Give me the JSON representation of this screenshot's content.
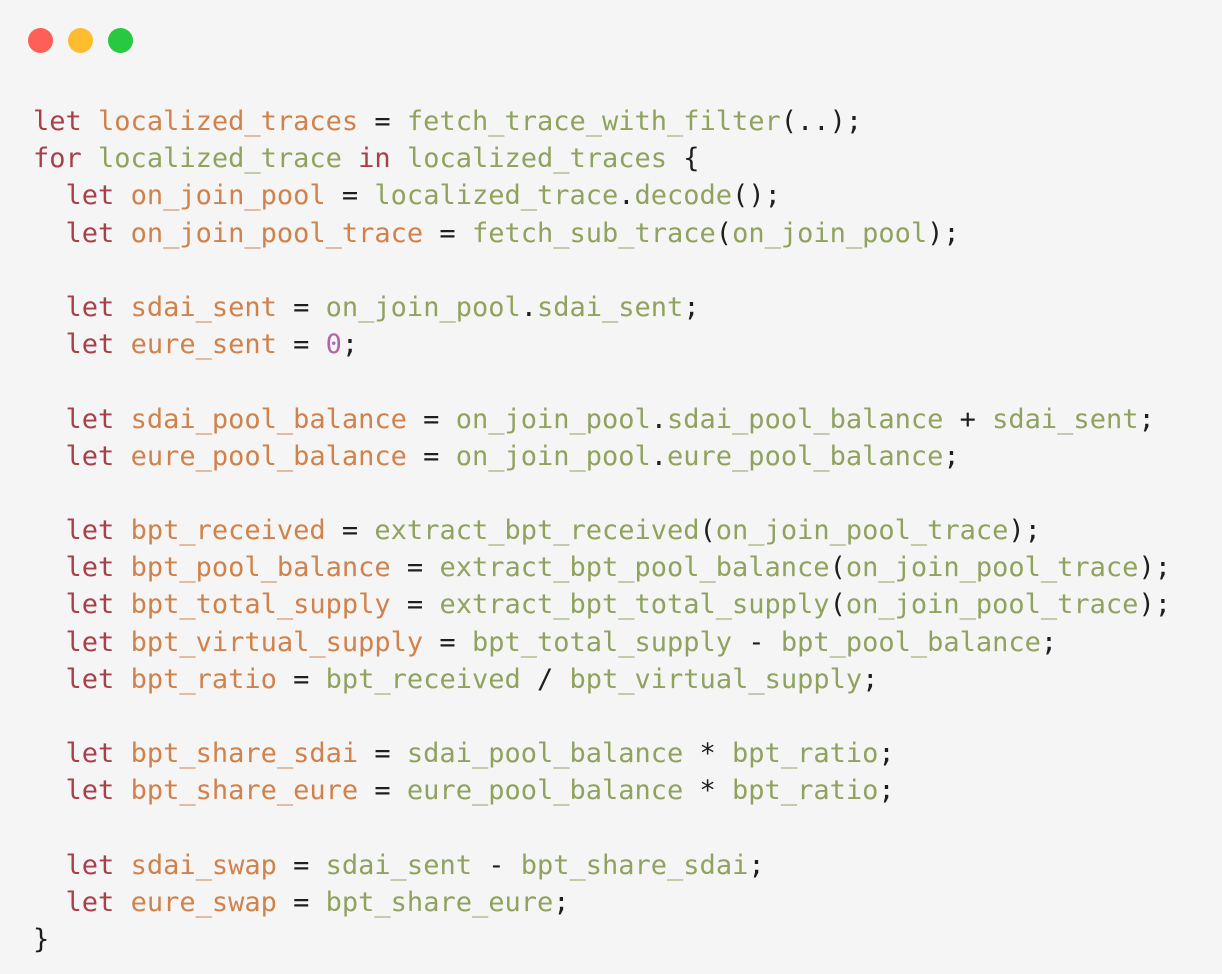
{
  "window": {
    "controls": [
      {
        "name": "close",
        "color": "#fe5f57"
      },
      {
        "name": "minimize",
        "color": "#febc2e"
      },
      {
        "name": "maximize",
        "color": "#28c840"
      }
    ]
  },
  "colors": {
    "background": "#f5f5f5",
    "keyword": "#a8404a",
    "variable": "#d0824a",
    "function": "#8fa35f",
    "number": "#b065a6",
    "punctuation": "#1e1e1e"
  },
  "code": {
    "language": "rust",
    "lines": [
      [
        [
          "kw",
          "let"
        ],
        [
          "p",
          " "
        ],
        [
          "var",
          "localized_traces"
        ],
        [
          "p",
          " = "
        ],
        [
          "fn",
          "fetch_trace_with_filter"
        ],
        [
          "p",
          "(..);"
        ]
      ],
      [
        [
          "kw",
          "for"
        ],
        [
          "p",
          " "
        ],
        [
          "fn",
          "localized_trace"
        ],
        [
          "p",
          " "
        ],
        [
          "kw",
          "in"
        ],
        [
          "p",
          " "
        ],
        [
          "fn",
          "localized_traces"
        ],
        [
          "p",
          " {"
        ]
      ],
      [
        [
          "p",
          "  "
        ],
        [
          "kw",
          "let"
        ],
        [
          "p",
          " "
        ],
        [
          "var",
          "on_join_pool"
        ],
        [
          "p",
          " = "
        ],
        [
          "fn",
          "localized_trace"
        ],
        [
          "p",
          "."
        ],
        [
          "fn",
          "decode"
        ],
        [
          "p",
          "();"
        ]
      ],
      [
        [
          "p",
          "  "
        ],
        [
          "kw",
          "let"
        ],
        [
          "p",
          " "
        ],
        [
          "var",
          "on_join_pool_trace"
        ],
        [
          "p",
          " = "
        ],
        [
          "fn",
          "fetch_sub_trace"
        ],
        [
          "p",
          "("
        ],
        [
          "fn",
          "on_join_pool"
        ],
        [
          "p",
          ");"
        ]
      ],
      [],
      [
        [
          "p",
          "  "
        ],
        [
          "kw",
          "let"
        ],
        [
          "p",
          " "
        ],
        [
          "var",
          "sdai_sent"
        ],
        [
          "p",
          " = "
        ],
        [
          "fn",
          "on_join_pool"
        ],
        [
          "p",
          "."
        ],
        [
          "fn",
          "sdai_sent"
        ],
        [
          "p",
          ";"
        ]
      ],
      [
        [
          "p",
          "  "
        ],
        [
          "kw",
          "let"
        ],
        [
          "p",
          " "
        ],
        [
          "var",
          "eure_sent"
        ],
        [
          "p",
          " = "
        ],
        [
          "num",
          "0"
        ],
        [
          "p",
          ";"
        ]
      ],
      [],
      [
        [
          "p",
          "  "
        ],
        [
          "kw",
          "let"
        ],
        [
          "p",
          " "
        ],
        [
          "var",
          "sdai_pool_balance"
        ],
        [
          "p",
          " = "
        ],
        [
          "fn",
          "on_join_pool"
        ],
        [
          "p",
          "."
        ],
        [
          "fn",
          "sdai_pool_balance"
        ],
        [
          "p",
          " + "
        ],
        [
          "fn",
          "sdai_sent"
        ],
        [
          "p",
          ";"
        ]
      ],
      [
        [
          "p",
          "  "
        ],
        [
          "kw",
          "let"
        ],
        [
          "p",
          " "
        ],
        [
          "var",
          "eure_pool_balance"
        ],
        [
          "p",
          " = "
        ],
        [
          "fn",
          "on_join_pool"
        ],
        [
          "p",
          "."
        ],
        [
          "fn",
          "eure_pool_balance"
        ],
        [
          "p",
          ";"
        ]
      ],
      [],
      [
        [
          "p",
          "  "
        ],
        [
          "kw",
          "let"
        ],
        [
          "p",
          " "
        ],
        [
          "var",
          "bpt_received"
        ],
        [
          "p",
          " = "
        ],
        [
          "fn",
          "extract_bpt_received"
        ],
        [
          "p",
          "("
        ],
        [
          "fn",
          "on_join_pool_trace"
        ],
        [
          "p",
          ");"
        ]
      ],
      [
        [
          "p",
          "  "
        ],
        [
          "kw",
          "let"
        ],
        [
          "p",
          " "
        ],
        [
          "var",
          "bpt_pool_balance"
        ],
        [
          "p",
          " = "
        ],
        [
          "fn",
          "extract_bpt_pool_balance"
        ],
        [
          "p",
          "("
        ],
        [
          "fn",
          "on_join_pool_trace"
        ],
        [
          "p",
          ");"
        ]
      ],
      [
        [
          "p",
          "  "
        ],
        [
          "kw",
          "let"
        ],
        [
          "p",
          " "
        ],
        [
          "var",
          "bpt_total_supply"
        ],
        [
          "p",
          " = "
        ],
        [
          "fn",
          "extract_bpt_total_supply"
        ],
        [
          "p",
          "("
        ],
        [
          "fn",
          "on_join_pool_trace"
        ],
        [
          "p",
          ");"
        ]
      ],
      [
        [
          "p",
          "  "
        ],
        [
          "kw",
          "let"
        ],
        [
          "p",
          " "
        ],
        [
          "var",
          "bpt_virtual_supply"
        ],
        [
          "p",
          " = "
        ],
        [
          "fn",
          "bpt_total_supply"
        ],
        [
          "p",
          " - "
        ],
        [
          "fn",
          "bpt_pool_balance"
        ],
        [
          "p",
          ";"
        ]
      ],
      [
        [
          "p",
          "  "
        ],
        [
          "kw",
          "let"
        ],
        [
          "p",
          " "
        ],
        [
          "var",
          "bpt_ratio"
        ],
        [
          "p",
          " = "
        ],
        [
          "fn",
          "bpt_received"
        ],
        [
          "p",
          " / "
        ],
        [
          "fn",
          "bpt_virtual_supply"
        ],
        [
          "p",
          ";"
        ]
      ],
      [],
      [
        [
          "p",
          "  "
        ],
        [
          "kw",
          "let"
        ],
        [
          "p",
          " "
        ],
        [
          "var",
          "bpt_share_sdai"
        ],
        [
          "p",
          " = "
        ],
        [
          "fn",
          "sdai_pool_balance"
        ],
        [
          "p",
          " * "
        ],
        [
          "fn",
          "bpt_ratio"
        ],
        [
          "p",
          ";"
        ]
      ],
      [
        [
          "p",
          "  "
        ],
        [
          "kw",
          "let"
        ],
        [
          "p",
          " "
        ],
        [
          "var",
          "bpt_share_eure"
        ],
        [
          "p",
          " = "
        ],
        [
          "fn",
          "eure_pool_balance"
        ],
        [
          "p",
          " * "
        ],
        [
          "fn",
          "bpt_ratio"
        ],
        [
          "p",
          ";"
        ]
      ],
      [],
      [
        [
          "p",
          "  "
        ],
        [
          "kw",
          "let"
        ],
        [
          "p",
          " "
        ],
        [
          "var",
          "sdai_swap"
        ],
        [
          "p",
          " = "
        ],
        [
          "fn",
          "sdai_sent"
        ],
        [
          "p",
          " - "
        ],
        [
          "fn",
          "bpt_share_sdai"
        ],
        [
          "p",
          ";"
        ]
      ],
      [
        [
          "p",
          "  "
        ],
        [
          "kw",
          "let"
        ],
        [
          "p",
          " "
        ],
        [
          "var",
          "eure_swap"
        ],
        [
          "p",
          " = "
        ],
        [
          "fn",
          "bpt_share_eure"
        ],
        [
          "p",
          ";"
        ]
      ],
      [
        [
          "p",
          "}"
        ]
      ]
    ]
  }
}
